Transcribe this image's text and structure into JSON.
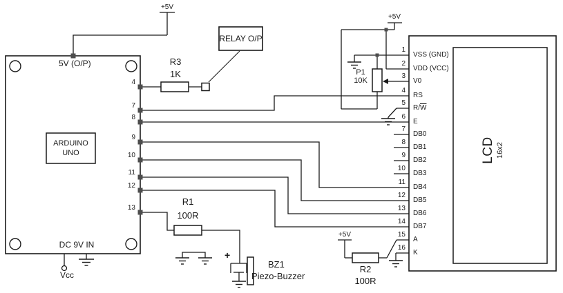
{
  "colors": {
    "line": "#1a1a1a",
    "text": "#1a1a1a",
    "background": "#ffffff",
    "pad": "#4d4d4d"
  },
  "power_rails": {
    "top_left_5v": "+5V",
    "lcd_5v": "+5V",
    "backlight_5v": "+5V",
    "vcc_label": "Vcc"
  },
  "arduino": {
    "title_line1": "ARDUINO",
    "title_line2": "UNO",
    "top_label": "5V (O/P)",
    "bottom_label": "DC 9V IN",
    "pins": [
      {
        "number": "4"
      },
      {
        "number": "7"
      },
      {
        "number": "8"
      },
      {
        "number": "9"
      },
      {
        "number": "10"
      },
      {
        "number": "11"
      },
      {
        "number": "12"
      },
      {
        "number": "13"
      }
    ]
  },
  "components": {
    "r3": {
      "ref": "R3",
      "value": "1K"
    },
    "r1": {
      "ref": "R1",
      "value": "100R"
    },
    "r2": {
      "ref": "R2",
      "value": "100R"
    },
    "p1": {
      "ref": "P1",
      "value": "10K"
    },
    "relay": {
      "label": "RELAY O/P"
    },
    "buzzer": {
      "ref": "BZ1",
      "name": "Piezo-Buzzer",
      "polarity": "+"
    }
  },
  "lcd": {
    "label": "LCD",
    "size": "16x2",
    "pins": [
      {
        "number": "1",
        "name": "VSS (GND)"
      },
      {
        "number": "2",
        "name": "VDD (VCC)"
      },
      {
        "number": "3",
        "name": "V0"
      },
      {
        "number": "4",
        "name": "RS"
      },
      {
        "number": "5",
        "name_prefix": "R/",
        "name_overline": "W"
      },
      {
        "number": "6",
        "name": "E"
      },
      {
        "number": "7",
        "name": "DB0"
      },
      {
        "number": "8",
        "name": "DB1"
      },
      {
        "number": "9",
        "name": "DB2"
      },
      {
        "number": "10",
        "name": "DB3"
      },
      {
        "number": "11",
        "name": "DB4"
      },
      {
        "number": "12",
        "name": "DB5"
      },
      {
        "number": "13",
        "name": "DB6"
      },
      {
        "number": "14",
        "name": "DB7"
      },
      {
        "number": "15",
        "name": "A"
      },
      {
        "number": "16",
        "name": "K"
      }
    ]
  }
}
